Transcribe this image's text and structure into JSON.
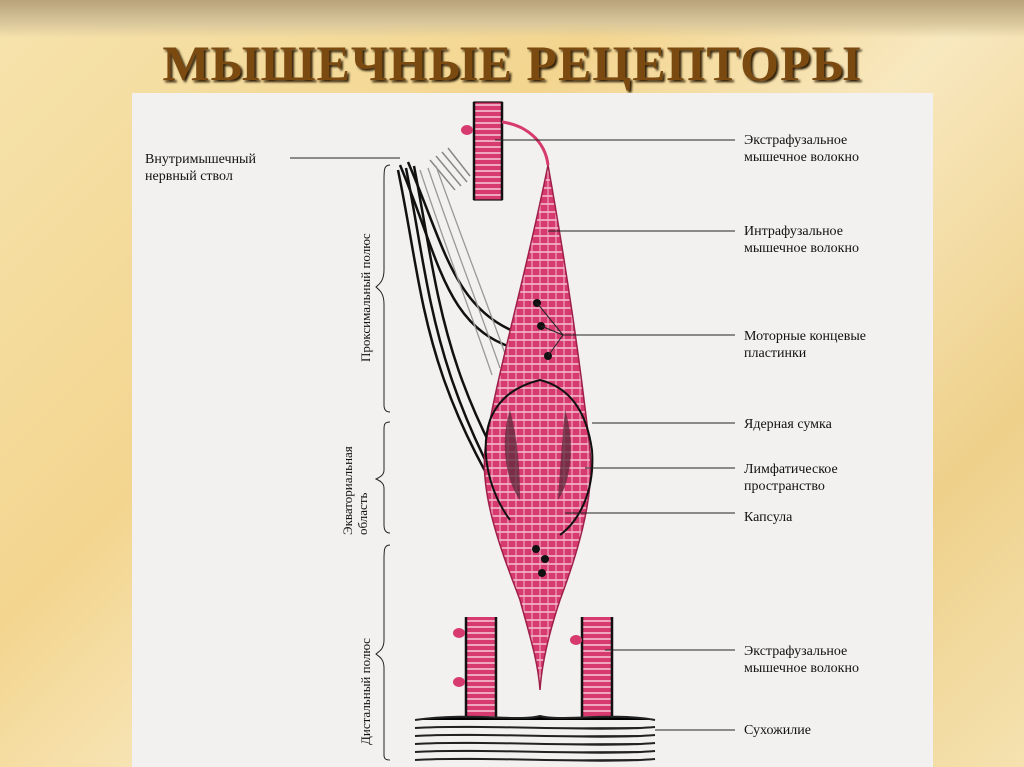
{
  "title": "МЫШЕЧНЫЕ РЕЦЕПТОРЫ",
  "labels": {
    "nerve_trunk": "Внутримышечный\nнервный ствол",
    "extrafusal_top": "Экстрафузальное\nмышечное волокно",
    "intrafusal": "Интрафузальное\nмышечное  волокно",
    "motor_plates": "Моторные концевые\nпластинки",
    "nuclear_bag": "Ядерная сумка",
    "lymph_space": "Лимфатическое\nпространство",
    "capsule": "Капсула",
    "extrafusal_bottom": "Экстрафузальное\nмышечное волокно",
    "tendon": "Сухожилие"
  },
  "regions": {
    "proximal_pole": "Проксимальный полюс",
    "equatorial": "Экваториальная\nобласть",
    "distal_pole": "Дистальный полюс"
  },
  "colors": {
    "fiber": "#d63a6f",
    "fiber_dark": "#9e1f4a",
    "title": "#7a4a10"
  }
}
